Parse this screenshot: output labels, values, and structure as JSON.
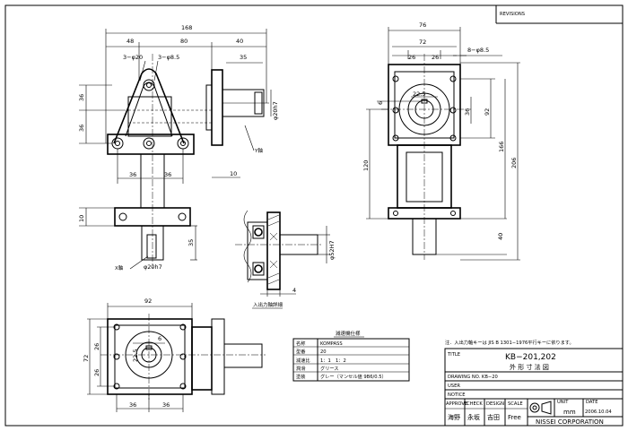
{
  "revisions_label": "REVISIONS",
  "front_view": {
    "dims": {
      "overall_width": "168",
      "left_width": "48",
      "mid_width": "80",
      "right_width": "40",
      "flange_width": "35",
      "hole_small": "3−φ20",
      "hole_big": "3−φ8.5",
      "h_upper": "36",
      "h_lower": "36",
      "base_w1": "36",
      "base_w2": "36",
      "base_h": "10",
      "flange_t": "10",
      "shaft_len": "35",
      "shaft_d": "φ20h7",
      "shaft_d2": "φ20h7"
    },
    "y_axis_label": "Y軸",
    "x_axis_label": "X軸"
  },
  "side_view": {
    "dims": {
      "top_width": "76",
      "top_inner": "72",
      "w1": "26",
      "w2": "26",
      "hole_label": "8−φ8.5",
      "bore": "22.5",
      "key": "6",
      "inner_h": "36",
      "outer_h": "92",
      "h166": "166",
      "h206": "206",
      "h120": "120",
      "shaft_h": "40"
    }
  },
  "section_view": {
    "dims": {
      "bore_d": "φ52H7",
      "offset": "4"
    },
    "caption": "入出力軸詳細"
  },
  "bottom_view": {
    "dims": {
      "width": "92",
      "h26a": "26",
      "h26b": "26",
      "h72": "72",
      "w36a": "36",
      "w36b": "36",
      "bore": "22.5",
      "key": "6"
    }
  },
  "spec_table": {
    "title": "減速機仕様",
    "rows": [
      {
        "k": "名称",
        "v": "KOMPASS"
      },
      {
        "k": "型番",
        "v": "20"
      },
      {
        "k": "減速比",
        "v": "1：1　1：2"
      },
      {
        "k": "潤滑",
        "v": "グリース"
      },
      {
        "k": "塗装",
        "v": "グレー（マンセル値 9B6/0.5）"
      }
    ]
  },
  "note": "注．入出力軸キーは JIS B 1301−1976平行キーに依ります。",
  "title_block": {
    "title_label": "TITLE",
    "title": "KB−201,202",
    "subtitle": "外 形 寸 法 図",
    "drawing_no": "DRAWING NO. KB−20",
    "user": "USER",
    "notice": "NOTICE",
    "approve_h": "APPROVE",
    "check_h": "CHECK",
    "design_h": "DESIGN",
    "scale_h": "SCALE",
    "unit_h": "UNIT",
    "date_h": "DATE",
    "approve": "海野",
    "check": "永坂",
    "design": "吉田",
    "scale": "Free",
    "unit": "mm",
    "date": "2006.10.04",
    "company": "NISSEI CORPORATION"
  }
}
